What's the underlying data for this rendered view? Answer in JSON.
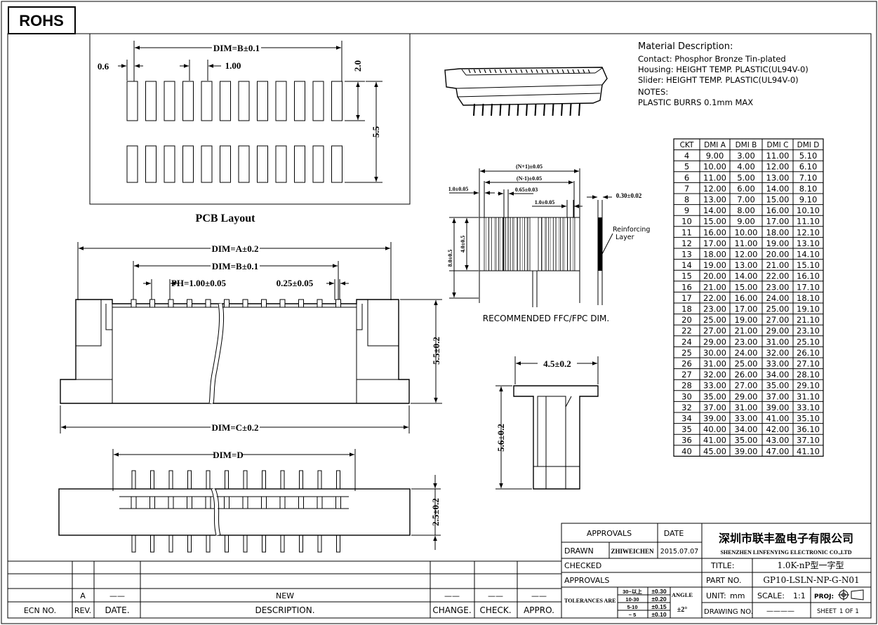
{
  "rohs_label": "ROHS",
  "pcb": {
    "caption": "PCB Layout",
    "dim_b": "DIM=B±0.1",
    "pad_width": "0.6",
    "pitch": "1.00",
    "pad_height": "2.0",
    "row_span": "5.5"
  },
  "front_view": {
    "dim_a": "DIM=A±0.2",
    "dim_b": "DIM=B±0.1",
    "pitch": "PH=1.00±0.05",
    "contact_width": "0.25±0.05",
    "height": "5.5±0.2",
    "dim_c": "DIM=C±0.2"
  },
  "bottom_view": {
    "dim_d": "DIM=D",
    "height": "2.5±0.2"
  },
  "side_view": {
    "width": "4.5±0.2",
    "height": "5.6±0.2"
  },
  "material": {
    "title": "Material  Description:",
    "lines": [
      "Contact: Phosphor Bronze Tin-plated",
      "Housing: HEIGHT TEMP. PLASTIC(UL94V-0)",
      "Slider: HEIGHT TEMP. PLASTIC(UL94V-0)",
      "NOTES:",
      "PLASTIC  BURRS 0.1mm MAX"
    ]
  },
  "ffc": {
    "caption": "RECOMMENDED FFC/FPC DIM.",
    "dim_top1": "(N+1)±0.05",
    "dim_top2": "(N-1)±0.05",
    "dim_left": "1.0±0.05",
    "dim_mid": "0.65±0.03",
    "dim_pitch": "1.0±0.05",
    "thickness": "0.30±0.02",
    "height_outer": "8.0±0.5",
    "height_inner": "4.0±0.5",
    "reinforcing_line1": "Reinforcing",
    "reinforcing_line2": "Layer"
  },
  "dim_table": {
    "headers": [
      "CKT",
      "DMI A",
      "DMI B",
      "DMI C",
      "DMI D"
    ],
    "rows": [
      [
        "4",
        "9.00",
        "3.00",
        "11.00",
        "5.10"
      ],
      [
        "5",
        "10.00",
        "4.00",
        "12.00",
        "6.10"
      ],
      [
        "6",
        "11.00",
        "5.00",
        "13.00",
        "7.10"
      ],
      [
        "7",
        "12.00",
        "6.00",
        "14.00",
        "8.10"
      ],
      [
        "8",
        "13.00",
        "7.00",
        "15.00",
        "9.10"
      ],
      [
        "9",
        "14.00",
        "8.00",
        "16.00",
        "10.10"
      ],
      [
        "10",
        "15.00",
        "9.00",
        "17.00",
        "11.10"
      ],
      [
        "11",
        "16.00",
        "10.00",
        "18.00",
        "12.10"
      ],
      [
        "12",
        "17.00",
        "11.00",
        "19.00",
        "13.10"
      ],
      [
        "13",
        "18.00",
        "12.00",
        "20.00",
        "14.10"
      ],
      [
        "14",
        "19.00",
        "13.00",
        "21.00",
        "15.10"
      ],
      [
        "15",
        "20.00",
        "14.00",
        "22.00",
        "16.10"
      ],
      [
        "16",
        "21.00",
        "15.00",
        "23.00",
        "17.10"
      ],
      [
        "17",
        "22.00",
        "16.00",
        "24.00",
        "18.10"
      ],
      [
        "18",
        "23.00",
        "17.00",
        "25.00",
        "19.10"
      ],
      [
        "20",
        "25.00",
        "19.00",
        "27.00",
        "21.10"
      ],
      [
        "22",
        "27.00",
        "21.00",
        "29.00",
        "23.10"
      ],
      [
        "24",
        "29.00",
        "23.00",
        "31.00",
        "25.10"
      ],
      [
        "25",
        "30.00",
        "24.00",
        "32.00",
        "26.10"
      ],
      [
        "26",
        "31.00",
        "25.00",
        "33.00",
        "27.10"
      ],
      [
        "27",
        "32.00",
        "26.00",
        "34.00",
        "28.10"
      ],
      [
        "28",
        "33.00",
        "27.00",
        "35.00",
        "29.10"
      ],
      [
        "30",
        "35.00",
        "29.00",
        "37.00",
        "31.10"
      ],
      [
        "32",
        "37.00",
        "31.00",
        "39.00",
        "33.10"
      ],
      [
        "34",
        "39.00",
        "33.00",
        "41.00",
        "35.10"
      ],
      [
        "35",
        "40.00",
        "34.00",
        "42.00",
        "36.10"
      ],
      [
        "36",
        "41.00",
        "35.00",
        "43.00",
        "37.10"
      ],
      [
        "40",
        "45.00",
        "39.00",
        "47.00",
        "41.10"
      ]
    ]
  },
  "revision_block": {
    "headers": [
      "ECN NO.",
      "REV.",
      "DATE.",
      "DESCRIPTION.",
      "CHANGE.",
      "CHECK.",
      "APPRO."
    ],
    "row": {
      "ecn": "",
      "rev": "A",
      "date": "——",
      "description": "NEW",
      "change": "——",
      "check": "——",
      "appro": "——"
    }
  },
  "title_block": {
    "approvals_header": "APPROVALS",
    "date_header": "DATE",
    "drawn_label": "DRAWN",
    "drawn_name": "ZHIWEICHEN",
    "drawn_date": "2015.07.07",
    "checked_label": "CHECKED",
    "approvals_label": "APPROVALS",
    "tolerances_label": "TOLERANCES ARE",
    "tol_rows": [
      [
        "30~以上",
        "±0.30"
      ],
      [
        "10-30",
        "±0.20"
      ],
      [
        "5-10",
        "±0.15"
      ],
      [
        "~ 5",
        "±0.10"
      ]
    ],
    "angle_label": "ANGLE",
    "angle_value": "±2°",
    "company_cn": "深圳市联丰盈电子有限公司",
    "company_en": "SHENZHEN LINFENYING ELECTRONIC CO.,LTD",
    "title_label": "TITLE:",
    "title_value": "1.0K-nP型一字型",
    "part_label": "PART NO.",
    "part_value": "GP10-LSLN-NP-G-N01",
    "unit_label": "UNIT:",
    "unit_value": "mm",
    "scale_label": "SCALE:",
    "scale_value": "1:1",
    "proj_label": "PROJ:",
    "drawing_label": "DRAWING NO.",
    "drawing_value": "————",
    "sheet_label": "SHEET",
    "sheet_value": "1 OF 1"
  }
}
